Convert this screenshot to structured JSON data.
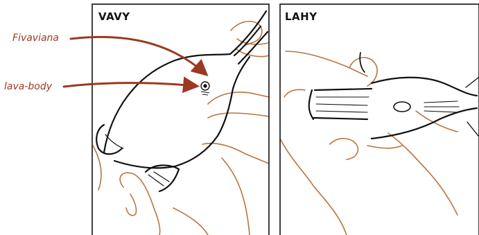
{
  "panels": [
    {
      "title": "VAVY"
    },
    {
      "title": "LAHY"
    }
  ],
  "callouts": [
    {
      "label": "Fivaviana"
    },
    {
      "label": "lava-body"
    }
  ],
  "colors": {
    "accent": "#9b3a22",
    "hand_outline": "#b8743f",
    "ink": "#111111",
    "frame": "#111111"
  }
}
